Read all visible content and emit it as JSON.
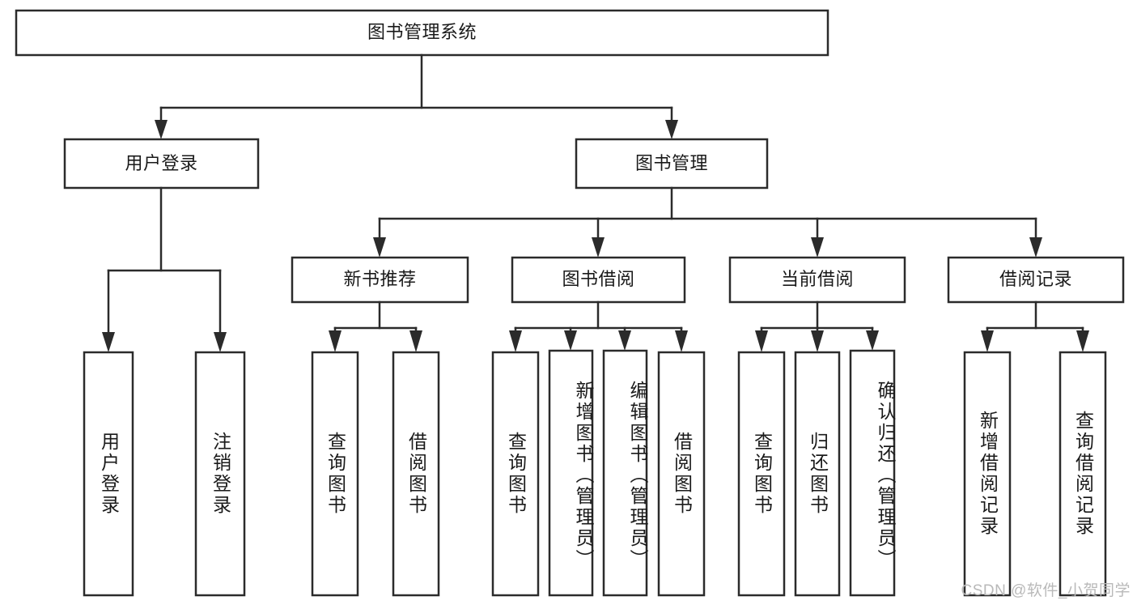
{
  "diagram": {
    "type": "tree-hierarchy",
    "title": "图书管理系统",
    "colors": {
      "background": "#ffffff",
      "box_fill": "#ffffff",
      "stroke": "#2b2b2b",
      "text": "#1a1a1a",
      "watermark": "#b9b9b9"
    },
    "root": {
      "label": "图书管理系统"
    },
    "level2": [
      {
        "label": "用户登录"
      },
      {
        "label": "图书管理"
      }
    ],
    "level3": [
      {
        "label": "新书推荐"
      },
      {
        "label": "图书借阅"
      },
      {
        "label": "当前借阅"
      },
      {
        "label": "借阅记录"
      }
    ],
    "leaves": {
      "user_login": [
        {
          "label": "用户登录"
        },
        {
          "label": "注销登录"
        }
      ],
      "new_book_recommend": [
        {
          "label": "查询图书"
        },
        {
          "label": "借阅图书"
        }
      ],
      "book_borrow": [
        {
          "label": "查询图书"
        },
        {
          "label": "新增图书（管理员）"
        },
        {
          "label": "编辑图书（管理员）"
        },
        {
          "label": "借阅图书"
        }
      ],
      "current_borrow": [
        {
          "label": "查询图书"
        },
        {
          "label": "归还图书"
        },
        {
          "label": "确认归还（管理员）"
        }
      ],
      "borrow_record": [
        {
          "label": "新增借阅记录"
        },
        {
          "label": "查询借阅记录"
        }
      ]
    },
    "watermark": "CSDN @软件_小贺同学"
  }
}
